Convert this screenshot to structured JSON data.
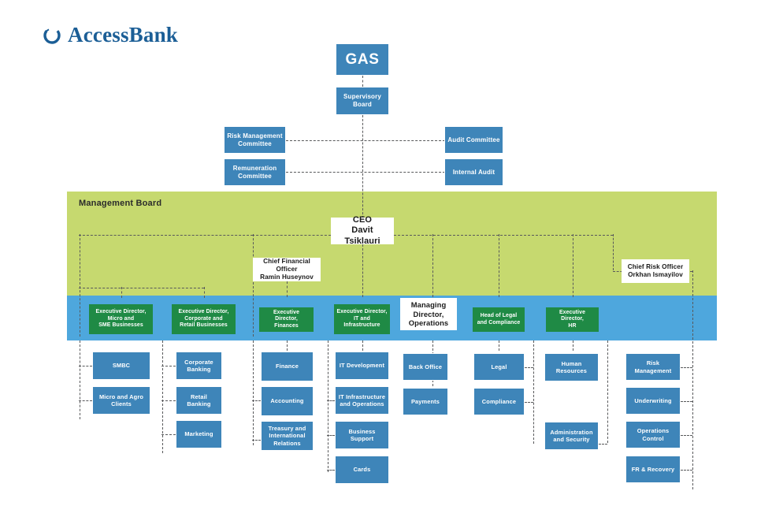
{
  "brand": {
    "name": "AccessBank",
    "logo_icon": "swirl-circle-icon",
    "color": "#1b5e96"
  },
  "colors": {
    "box_blue": "#3e85b9",
    "box_green": "#1f8a45",
    "band_green": "#c6d96f",
    "band_blue": "#4ea7dd",
    "connector": "#58595b",
    "box_white": "#ffffff"
  },
  "governance": {
    "gas": "GAS",
    "supervisory_board": "Supervisory\nBoard",
    "supervisory_board_l1": "Supervisory",
    "supervisory_board_l2": "Board",
    "risk_management_committee_l1": "Risk Management",
    "risk_management_committee_l2": "Committee",
    "remuneration_committee_l1": "Remuneration",
    "remuneration_committee_l2": "Committee",
    "audit_committee": "Audit Committee",
    "internal_audit": "Internal Audit"
  },
  "management_board": {
    "label": "Management Board",
    "ceo": {
      "title": "CEO",
      "name": "Davit Tsiklauri"
    },
    "cfo": {
      "title": "Chief Financial Officer",
      "name": "Ramin Huseynov"
    },
    "cro": {
      "title": "Chief Risk Officer",
      "name": "Orkhan Ismayilov"
    }
  },
  "executives": [
    {
      "l1": "Executive Director,",
      "l2": "Micro and",
      "l3": "SME Businesses",
      "type": "green"
    },
    {
      "l1": "Executive Director,",
      "l2": "Corporate and",
      "l3": "Retail Businesses",
      "type": "green"
    },
    {
      "l1": "Executive Director,",
      "l2": "Finances",
      "l3": "",
      "type": "green"
    },
    {
      "l1": "Executive Director,",
      "l2": "IT and",
      "l3": "Infrastructure",
      "type": "green"
    },
    {
      "l1": "Managing",
      "l2": "Director,",
      "l3": "Operations",
      "type": "white"
    },
    {
      "l1": "Head of Legal",
      "l2": "and Compliance",
      "l3": "",
      "type": "green"
    },
    {
      "l1": "Executive Director,",
      "l2": "HR",
      "l3": "",
      "type": "green"
    }
  ],
  "departments": {
    "col1": [
      {
        "l1": "SMBC",
        "l2": ""
      },
      {
        "l1": "Micro and Agro",
        "l2": "Clients"
      }
    ],
    "col2": [
      {
        "l1": "Corporate",
        "l2": "Banking"
      },
      {
        "l1": "Retail",
        "l2": "Banking"
      },
      {
        "l1": "Marketing",
        "l2": ""
      }
    ],
    "col3": [
      {
        "l1": "Finance",
        "l2": "",
        "l3": ""
      },
      {
        "l1": "Accounting",
        "l2": "",
        "l3": ""
      },
      {
        "l1": "Treasury and",
        "l2": "International",
        "l3": "Relations"
      }
    ],
    "col4": [
      {
        "l1": "IT Development",
        "l2": ""
      },
      {
        "l1": "IT Infrastructure",
        "l2": "and Operations"
      },
      {
        "l1": "Business Support",
        "l2": ""
      },
      {
        "l1": "Cards",
        "l2": ""
      }
    ],
    "col5": [
      {
        "l1": "Back Office",
        "l2": ""
      },
      {
        "l1": "Payments",
        "l2": ""
      }
    ],
    "col6": [
      {
        "l1": "Legal",
        "l2": ""
      },
      {
        "l1": "Compliance",
        "l2": ""
      }
    ],
    "col7": [
      {
        "l1": "Human Resources",
        "l2": ""
      },
      {
        "l1": "Administration",
        "l2": "and Security"
      }
    ],
    "col8": [
      {
        "l1": "Risk Management",
        "l2": ""
      },
      {
        "l1": "Underwriting",
        "l2": ""
      },
      {
        "l1": "Operations Control",
        "l2": ""
      },
      {
        "l1": "FR & Recovery",
        "l2": ""
      }
    ]
  }
}
